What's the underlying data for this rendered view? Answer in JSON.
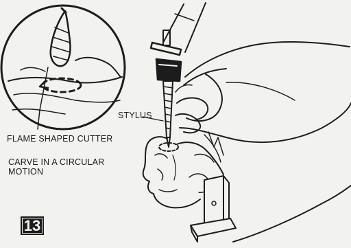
{
  "labels": {
    "stylus": "STYLUS",
    "cutter": "FLAME SHAPED CUTTER",
    "carve_line1": "CARVE IN A CIRCULAR",
    "carve_line2": "MOTION"
  },
  "step_number": "13",
  "colors": {
    "background": "#f2f2f0",
    "ink": "#1c1c1c"
  }
}
